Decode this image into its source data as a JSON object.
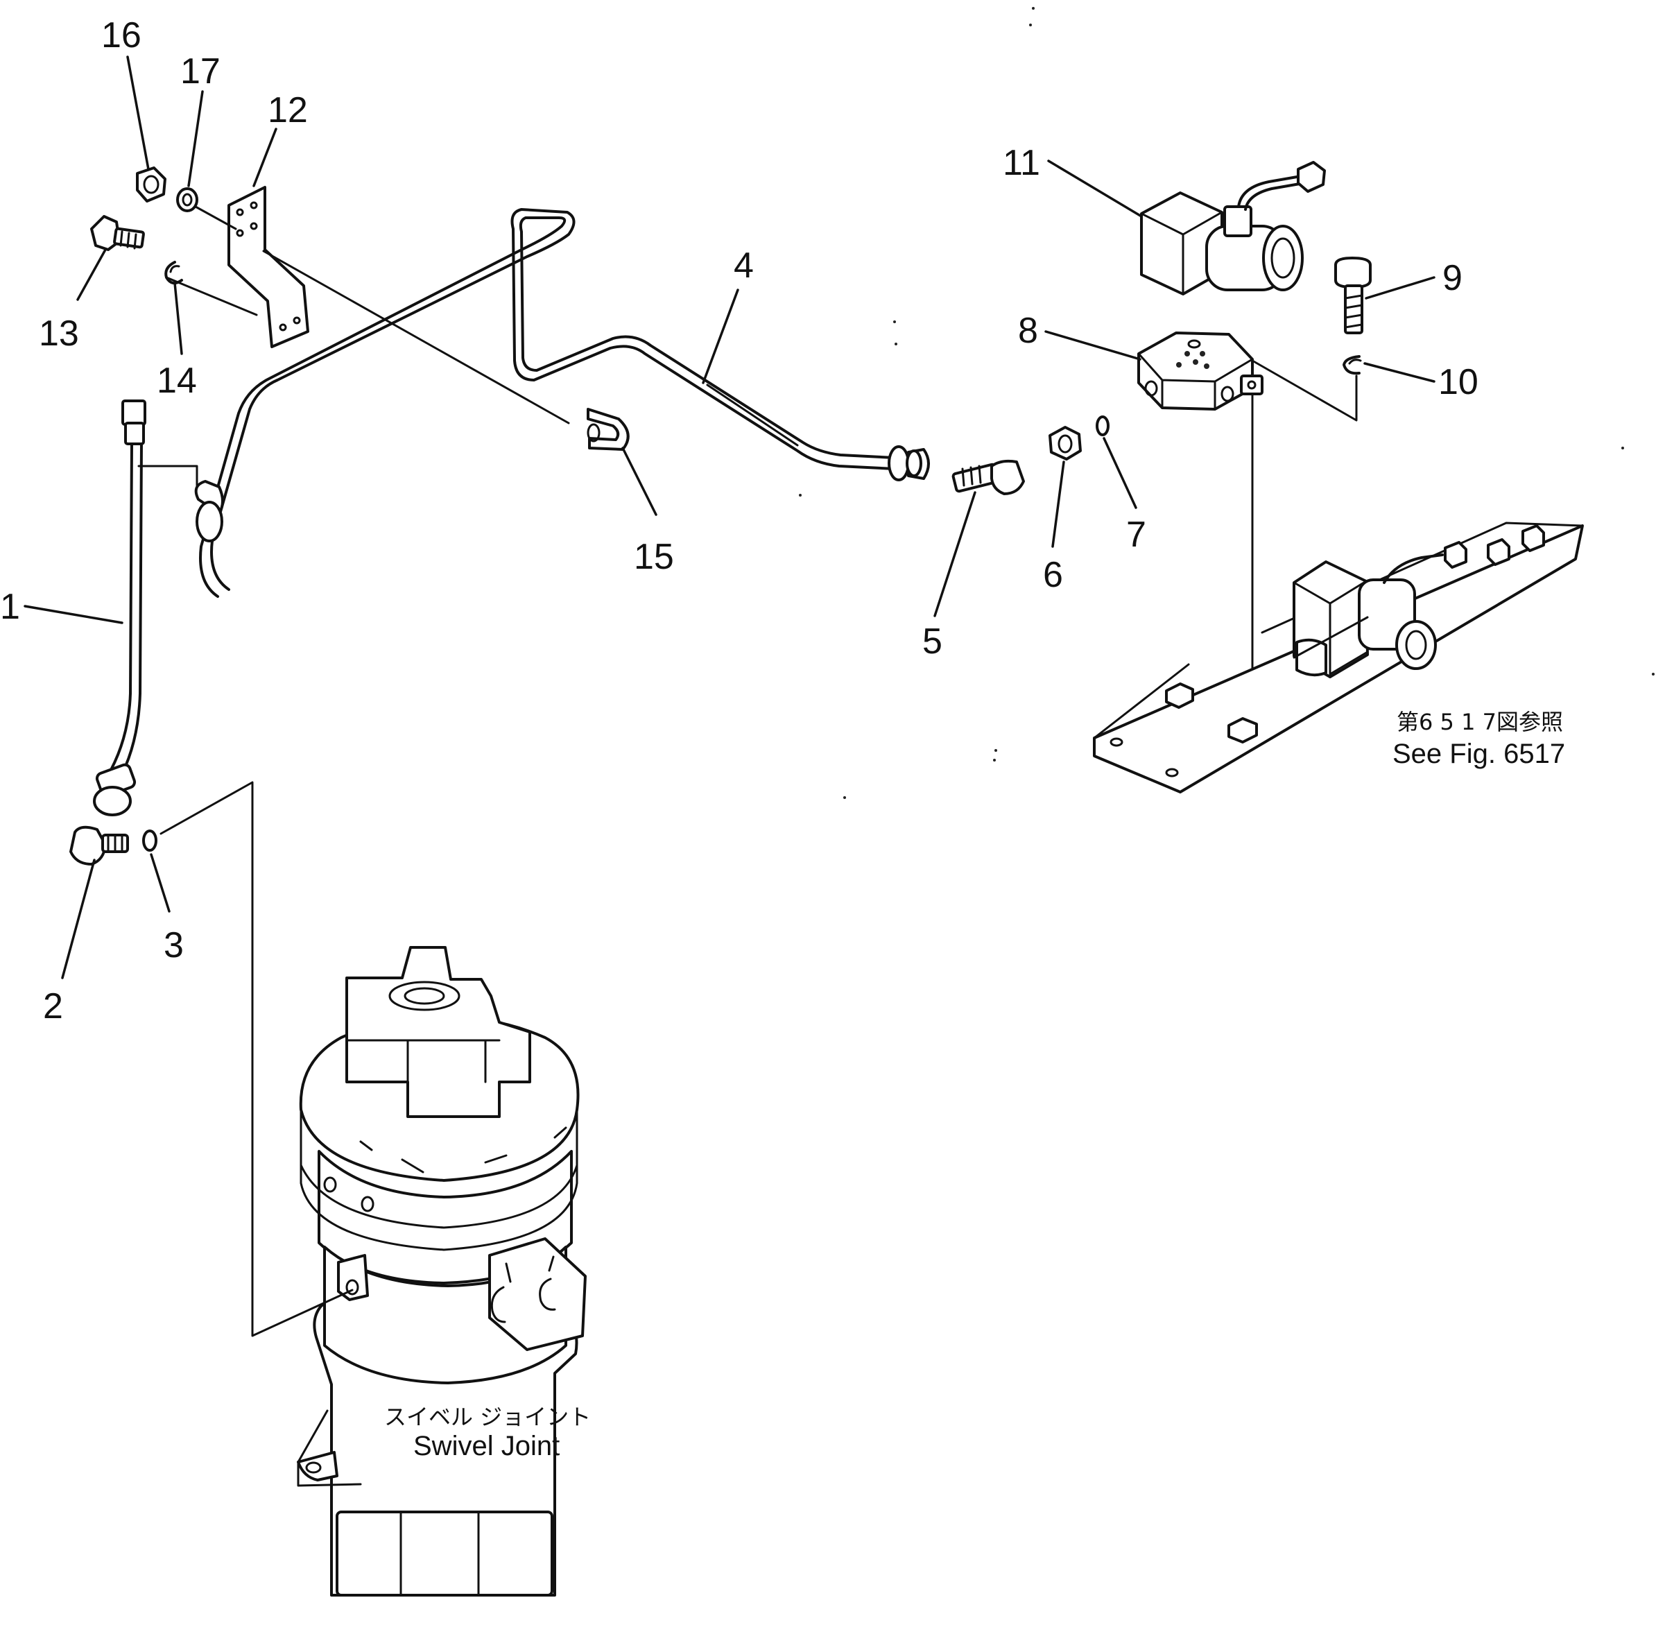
{
  "callouts": [
    {
      "id": "1",
      "label": "1"
    },
    {
      "id": "2",
      "label": "2"
    },
    {
      "id": "3",
      "label": "3"
    },
    {
      "id": "4",
      "label": "4"
    },
    {
      "id": "5",
      "label": "5"
    },
    {
      "id": "6",
      "label": "6"
    },
    {
      "id": "7",
      "label": "7"
    },
    {
      "id": "8",
      "label": "8"
    },
    {
      "id": "9",
      "label": "9"
    },
    {
      "id": "10",
      "label": "10"
    },
    {
      "id": "11",
      "label": "11"
    },
    {
      "id": "12",
      "label": "12"
    },
    {
      "id": "13",
      "label": "13"
    },
    {
      "id": "14",
      "label": "14"
    },
    {
      "id": "15",
      "label": "15"
    },
    {
      "id": "16",
      "label": "16"
    },
    {
      "id": "17",
      "label": "17"
    }
  ],
  "notes": {
    "swivel_jp": "スイベル ジョイント",
    "swivel_en": "Swivel Joint",
    "seefig_jp": "第6 5 1 7図参照",
    "seefig_en": "See Fig. 6517"
  }
}
